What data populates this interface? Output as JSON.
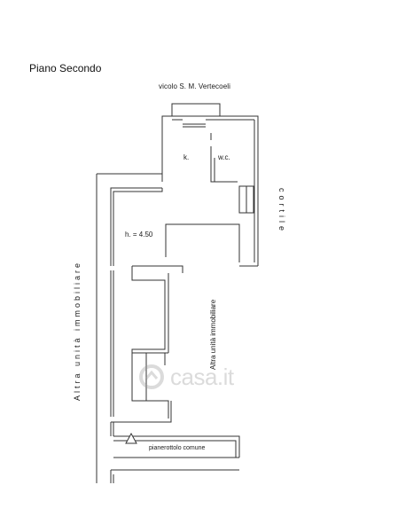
{
  "plan": {
    "title": "Piano Secondo",
    "street_label": "vicolo S. M. Vertecoeli",
    "rooms": {
      "kitchen": "k.",
      "bathroom": "w.c."
    },
    "ceiling_height": "h. = 4.50",
    "left_neighbor_label": "Altra  unità  immobiliare",
    "middle_neighbor_label": "Altra unità immobiliare",
    "courtyard_label": "cortile",
    "landing_label": "pianerottolo comune"
  },
  "watermark": {
    "text": "casa.it",
    "icon": "casa-logo-icon"
  },
  "colors": {
    "wall": "#333333",
    "background": "#ffffff",
    "watermark": "#9a9a9a"
  }
}
